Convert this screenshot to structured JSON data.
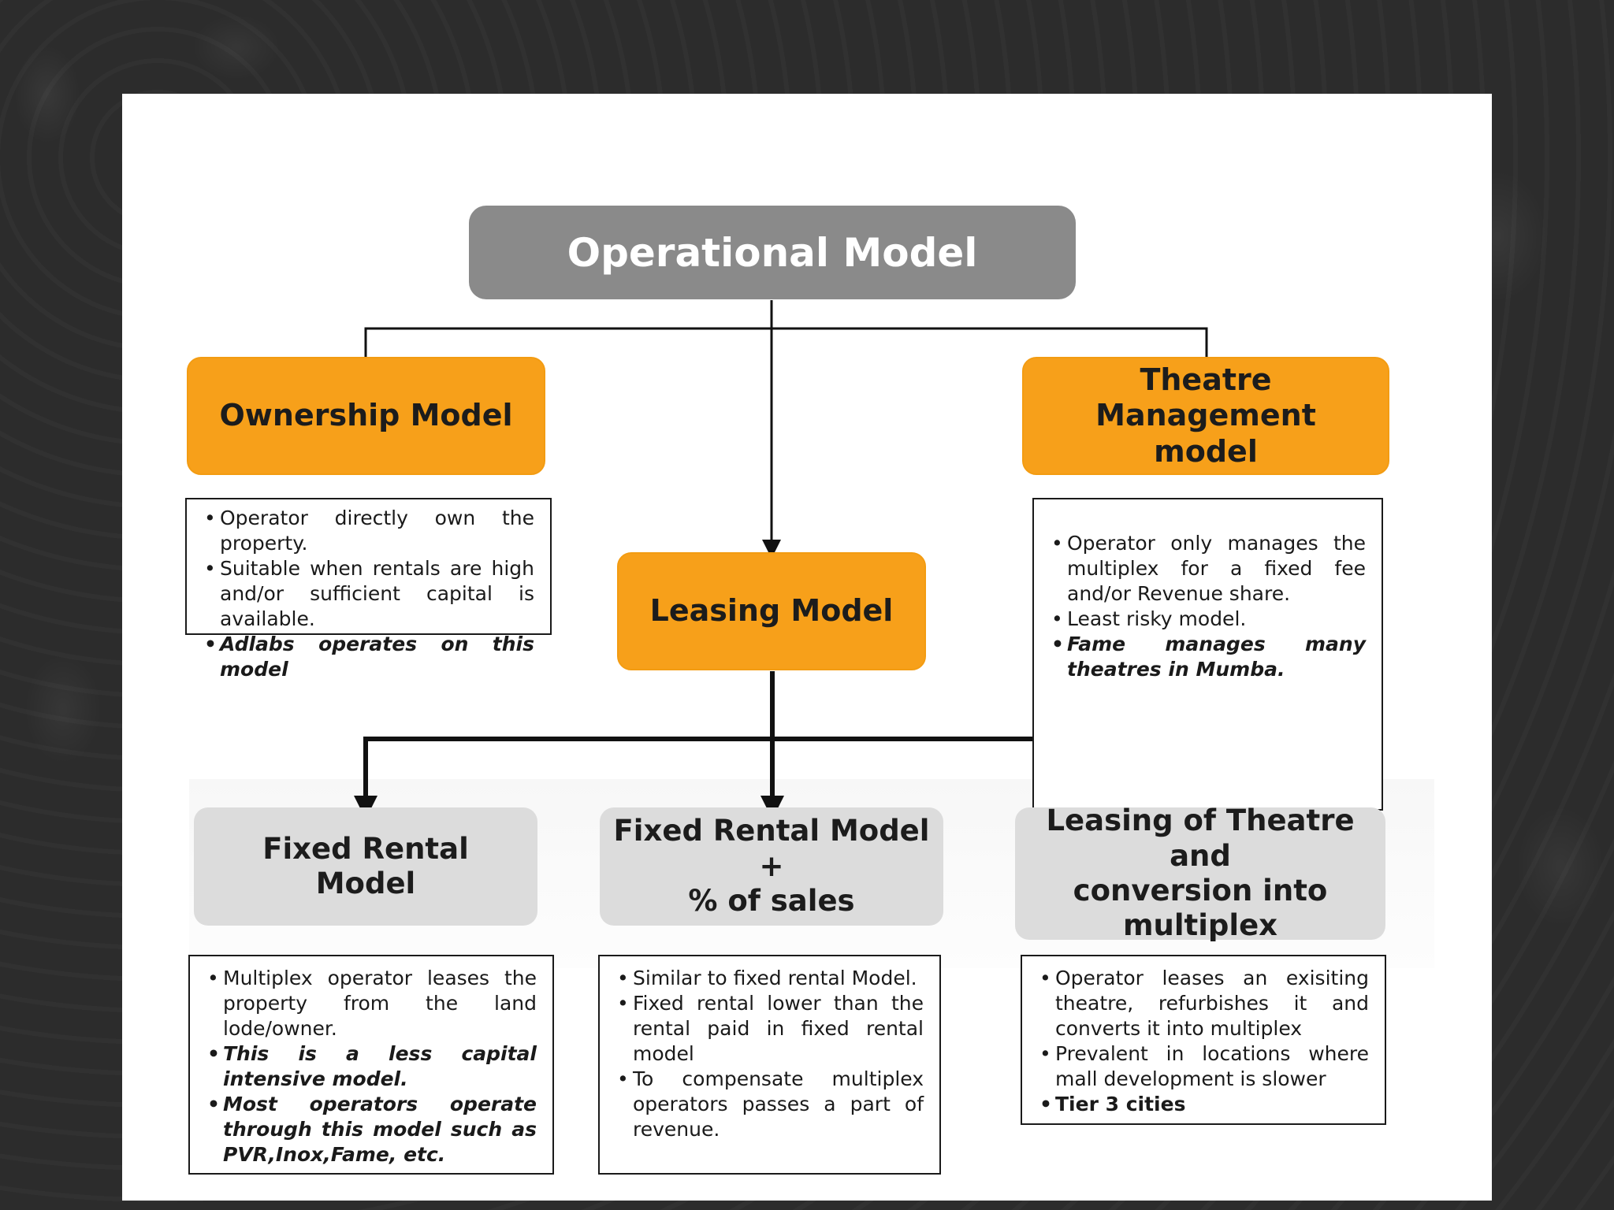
{
  "title": "Operational Model",
  "level1": {
    "ownership": "Ownership Model",
    "leasing": "Leasing Model",
    "theatre_mgmt": "Theatre\nManagement\nmodel"
  },
  "ownership_notes": [
    "Operator directly own the property.",
    "Suitable when rentals are high and/or sufficient capital is available.",
    "Adlabs operates on this model"
  ],
  "theatre_mgmt_notes": [
    "Operator only manages the multiplex for a fixed fee and/or Revenue share.",
    "Least risky model.",
    "Fame manages many theatres in Mumba."
  ],
  "leasing_children": {
    "fixed_rental": "Fixed Rental\nModel",
    "fixed_rental_sales": "Fixed Rental Model\n+\n% of sales",
    "theatre_conversion": "Leasing of Theatre and\nconversion into\nmultiplex"
  },
  "fixed_rental_notes": [
    "Multiplex operator leases the property from the land lode/owner.",
    "This is a less capital intensive model.",
    "Most operators operate through this model such as PVR,Inox,Fame, etc."
  ],
  "fixed_rental_sales_notes": [
    "Similar to fixed rental Model.",
    "Fixed rental lower than the rental paid in fixed rental model",
    "To compensate multiplex operators passes a part of revenue."
  ],
  "theatre_conversion_notes": [
    "Operator leases an exisiting theatre, refurbishes it and converts it into multiplex",
    "Prevalent in locations where mall development is slower",
    "Tier 3 cities"
  ],
  "colors": {
    "root": "#8a8a8a",
    "level1": "#f7a01a",
    "level2": "#dcdcdc"
  }
}
